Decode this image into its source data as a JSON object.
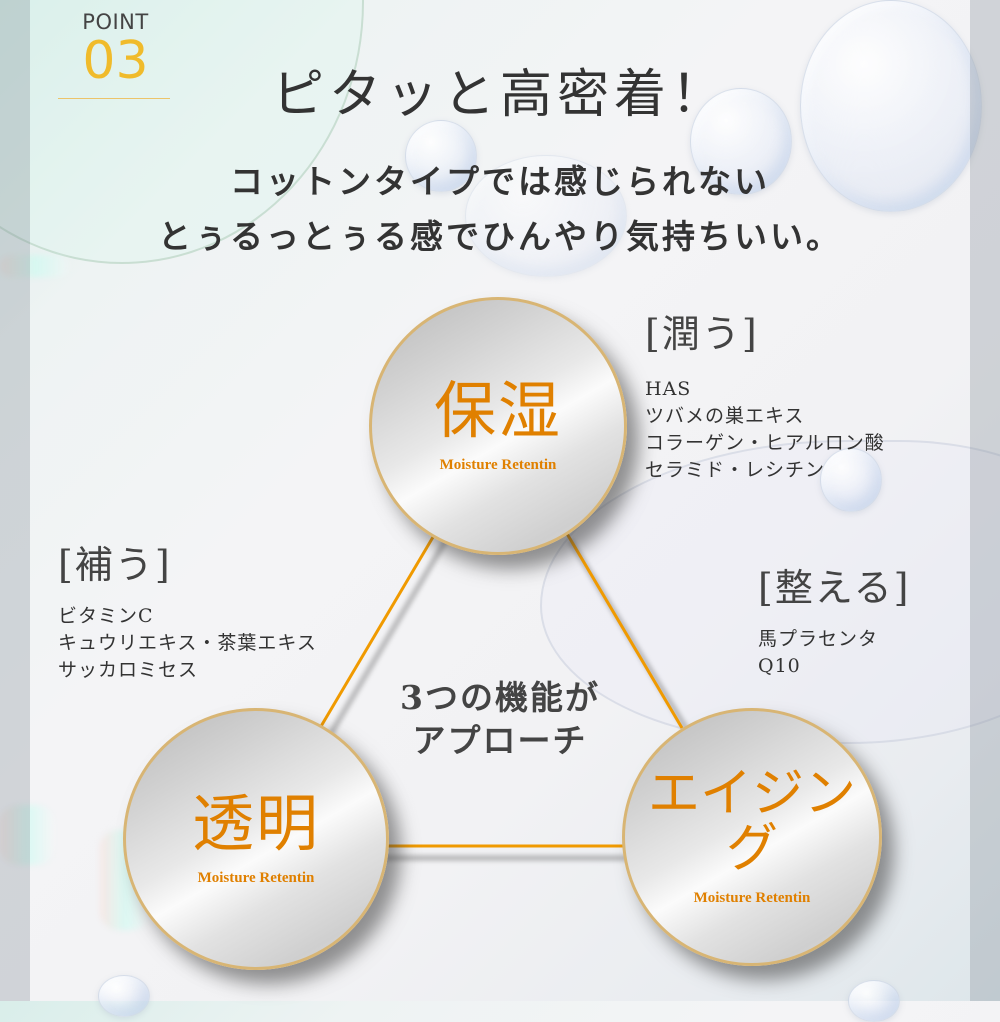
{
  "point": {
    "label": "POINT",
    "number": "03"
  },
  "headline": "ピタッと高密着！",
  "subheadline": {
    "line1": "コットンタイプでは感じられない",
    "line2": "とぅるっとぅる感でひんやり気持ちいい。"
  },
  "center_text": {
    "line1": "3つの機能が",
    "line2": "アプローチ"
  },
  "badges": [
    {
      "title": "保湿",
      "subtitle": "Moisture Retentin"
    },
    {
      "title": "透明",
      "subtitle": "Moisture Retentin"
    },
    {
      "title": "エイジング",
      "subtitle": "Moisture Retentin"
    }
  ],
  "groups": {
    "moisturize": {
      "heading": "[潤う]",
      "items": [
        "HAS",
        "ツバメの巣エキス",
        "コラーゲン・ヒアルロン酸",
        "セラミド・レシチン"
      ]
    },
    "supplement": {
      "heading": "[補う]",
      "items": [
        "ビタミンC",
        "キュウリエキス・茶葉エキス",
        "サッカロミセス"
      ]
    },
    "condition": {
      "heading": "[整える]",
      "items": [
        "馬プラセンタ",
        "Q10"
      ]
    }
  },
  "colors": {
    "accent_orange": "#e08000",
    "triangle_line": "#f09a00",
    "point_number": "#f0bb2b",
    "badge_rim": "#d8b574",
    "text_dark": "#333333"
  }
}
